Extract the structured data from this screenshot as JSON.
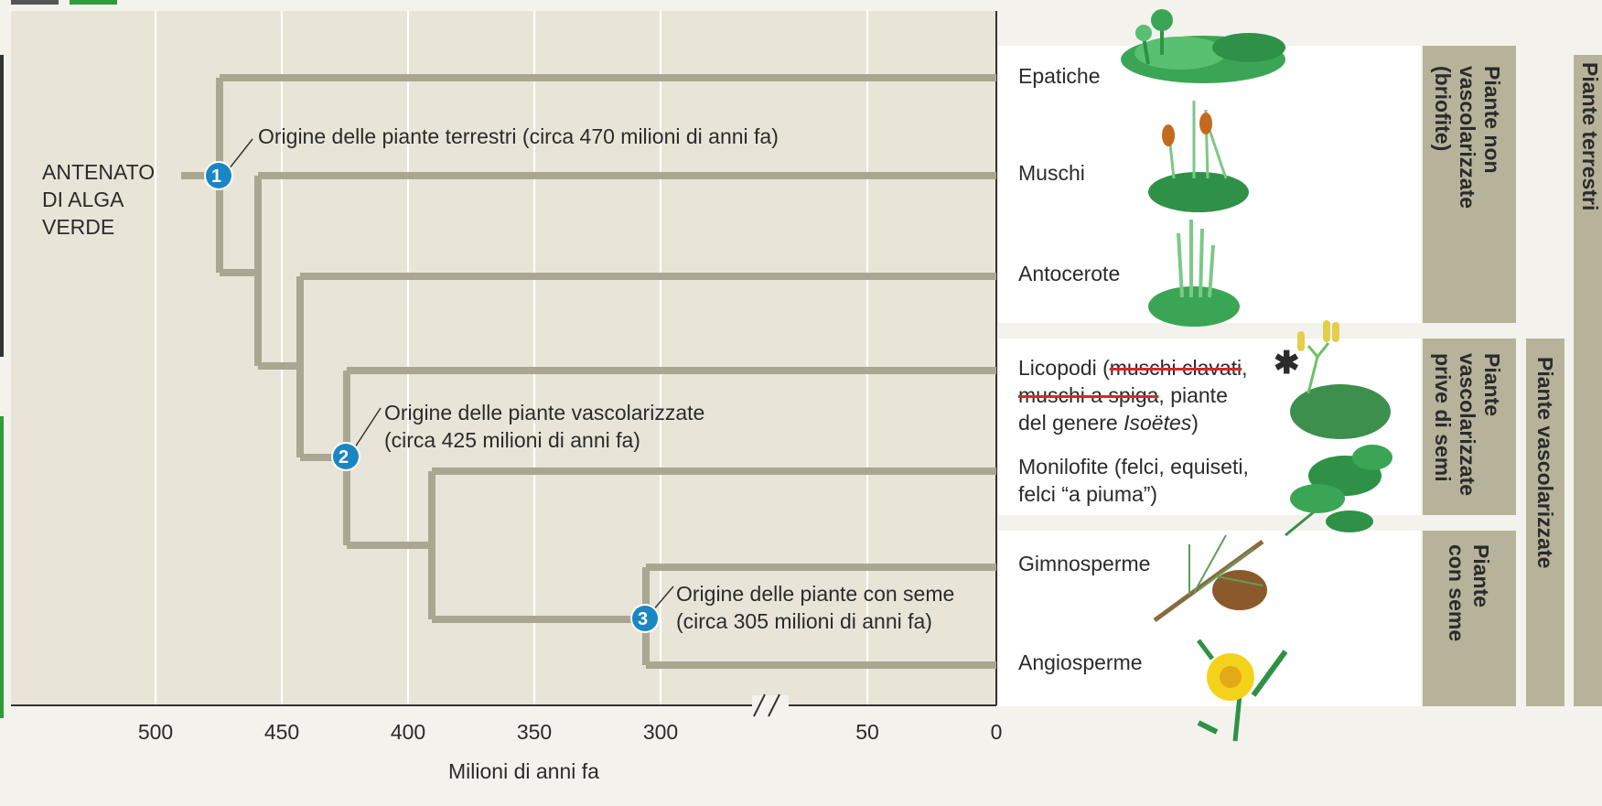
{
  "root_label": [
    "ANTENATO",
    "DI ALGA",
    "VERDE"
  ],
  "origins": [
    {
      "num": "1",
      "line1": "Origine delle piante terrestri (circa 470 milioni di anni fa)",
      "line2": ""
    },
    {
      "num": "2",
      "line1": "Origine delle piante vascolarizzate",
      "line2": "(circa 425 milioni di anni fa)"
    },
    {
      "num": "3",
      "line1": "Origine delle piante con seme",
      "line2": "(circa 305 milioni di anni fa)"
    }
  ],
  "taxa": {
    "epatiche": "Epatiche",
    "muschi": "Muschi",
    "antocerote": "Antocerote",
    "licopodi": {
      "a": "Licopodi (",
      "b": "muschi clavati",
      "c": ",",
      "d": "muschi a spiga",
      "e": ", piante",
      "f": "del genere ",
      "g": "Isoëtes",
      "h": ")"
    },
    "monilofite": [
      "Monilofite (felci, equiseti,",
      "felci “a piuma”)"
    ],
    "gimnosperme": "Gimnosperme",
    "angiosperme": "Angiosperme"
  },
  "asterisk": "✱",
  "groups": {
    "non_vascolarizzate": "Piante non\nvascolarizzate\n(briofite)",
    "prive_di_semi": "Piante\nvascolarizzate\nprive di semi",
    "con_seme": "Piante\ncon seme",
    "vascolarizzate": "Piante vascolarizzate",
    "terrestri": "Piante terrestri"
  },
  "axis": {
    "ticks": [
      "500",
      "450",
      "400",
      "350",
      "300",
      "50",
      "0"
    ],
    "label": "Milioni di anni fa"
  },
  "colors": {
    "panel": "#e8e5d8",
    "branch": "#a9a692",
    "band": "#b7b39b",
    "badge": "#1a86c2",
    "strike": "#d42a2a"
  }
}
